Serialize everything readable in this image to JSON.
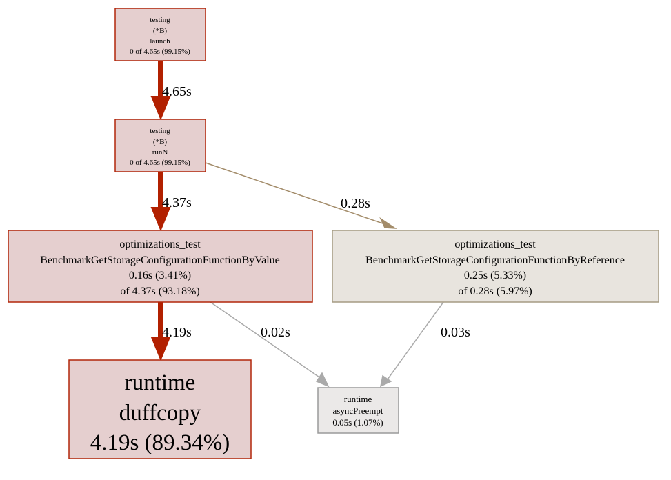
{
  "colors": {
    "hot_fill": "#e5cfcf",
    "hot_stroke": "#b2270a",
    "warm_fill": "#e8e4de",
    "warm_stroke": "#a69b83",
    "cold_fill": "#ebe9e8",
    "cold_stroke": "#9a9a9a",
    "hot_edge": "#b22000",
    "warm_edge": "#a38c6a",
    "cold_edge": "#aaaaaa"
  },
  "nodes": {
    "launch": {
      "lines": [
        "testing",
        "(*B)",
        "launch",
        "0 of 4.65s (99.15%)"
      ]
    },
    "runN": {
      "lines": [
        "testing",
        "(*B)",
        "runN",
        "0 of 4.65s (99.15%)"
      ]
    },
    "byValue": {
      "lines": [
        "optimizations_test",
        "BenchmarkGetStorageConfigurationFunctionByValue",
        "0.16s (3.41%)",
        "of 4.37s (93.18%)"
      ]
    },
    "byReference": {
      "lines": [
        "optimizations_test",
        "BenchmarkGetStorageConfigurationFunctionByReference",
        "0.25s (5.33%)",
        "of 0.28s (5.97%)"
      ]
    },
    "duffcopy": {
      "lines": [
        "runtime",
        "duffcopy",
        "4.19s (89.34%)"
      ]
    },
    "asyncPreempt": {
      "lines": [
        "runtime",
        "asyncPreempt",
        "0.05s (1.07%)"
      ]
    }
  },
  "edges": {
    "launch_to_runN": {
      "label": "4.65s"
    },
    "runN_to_byValue": {
      "label": "4.37s"
    },
    "runN_to_byReference": {
      "label": "0.28s"
    },
    "byValue_to_duffcopy": {
      "label": "4.19s"
    },
    "byValue_to_asyncPreempt": {
      "label": "0.02s"
    },
    "byReference_to_asyncPreempt": {
      "label": "0.03s"
    }
  }
}
